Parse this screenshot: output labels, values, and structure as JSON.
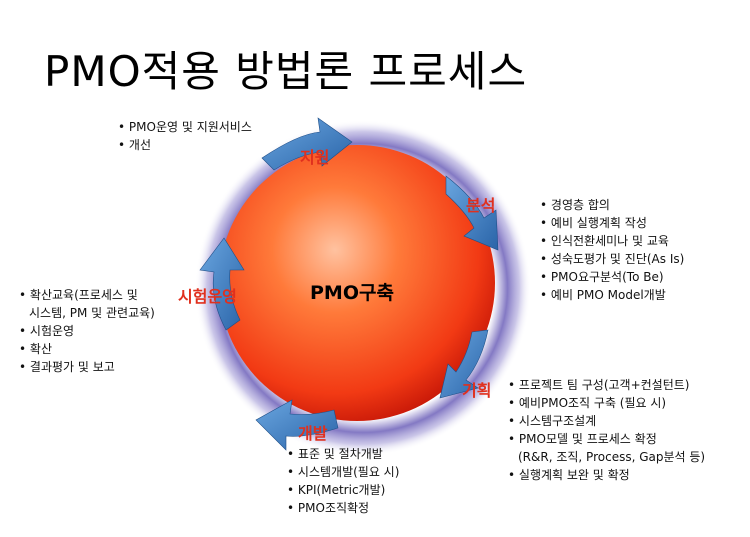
{
  "title": "PMO적용 방법론 프로세스",
  "center_label": "PMO구축",
  "stages": {
    "support": {
      "label": "지원",
      "items": [
        "PMO운영 및 지원서비스",
        "개선"
      ]
    },
    "analysis": {
      "label": "분석",
      "items": [
        "경영층 합의",
        "예비 실행계획 작성",
        "인식전환세미나 및 교육",
        "성숙도평가 및 진단(As Is)",
        "PMO요구분석(To Be)",
        "예비 PMO Model개발"
      ]
    },
    "planning": {
      "label": "기획",
      "items": [
        "프로젝트 팀 구성(고객+컨설턴트)",
        "예비PMO조직 구축 (필요 시)",
        "시스템구조설계",
        "PMO모델 및 프로세스 확정",
        "(R&R, 조직, Process, Gap분석 등)",
        "실행계획 보완 및 확정"
      ]
    },
    "development": {
      "label": "개발",
      "items": [
        "표준 및 절차개발",
        "시스템개발(필요 시)",
        "KPI(Metric개발)",
        "PMO조직확정"
      ]
    },
    "pilot": {
      "label": "시험운영",
      "items": [
        "확산교육(프로세스 및",
        "시스템, PM 및 관련교육)",
        "시험운영",
        "확산",
        "결과평가 및 보고"
      ]
    }
  },
  "colors": {
    "circle_light": "#ffb08a",
    "circle_mid": "#ff6a2a",
    "circle_dark": "#e0200e",
    "arrow": "#3d7fc4",
    "ring": "#6a55b8",
    "stage_text": "#e0301e"
  }
}
